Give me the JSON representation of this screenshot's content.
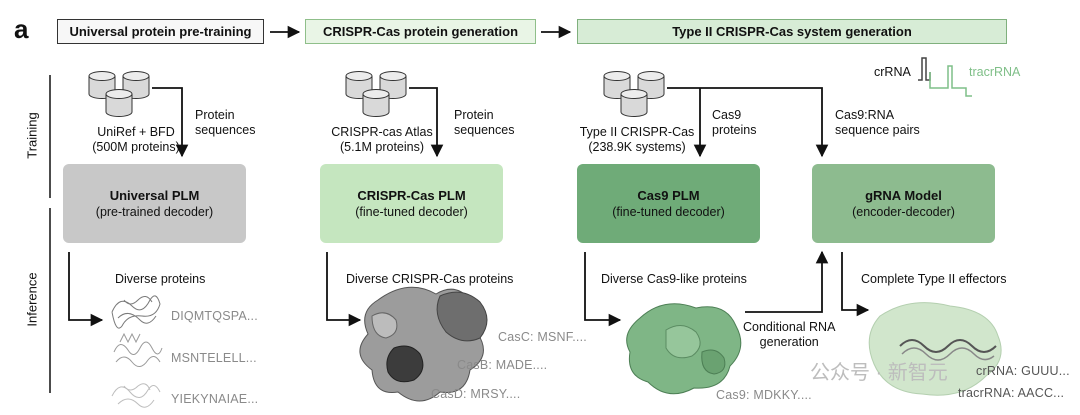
{
  "panel_letter": "a",
  "stages": {
    "pretrain": "Universal protein pre-training",
    "crispr": "CRISPR-Cas protein generation",
    "type2": "Type II CRISPR-Cas system generation"
  },
  "side_labels": {
    "training": "Training",
    "inference": "Inference"
  },
  "rna_schematic": {
    "crrna": "crRNA",
    "tracrrna": "tracrRNA"
  },
  "sources": {
    "uniref": {
      "line1": "UniRef + BFD",
      "line2": "(500M proteins)"
    },
    "atlas": {
      "line1": "CRISPR-cas Atlas",
      "line2": "(5.1M proteins)"
    },
    "type2db": {
      "line1": "Type II CRISPR-Cas",
      "line2": "(238.9K systems)"
    }
  },
  "edges": {
    "protein_seq_1": {
      "line1": "Protein",
      "line2": "sequences"
    },
    "protein_seq_2": {
      "line1": "Protein",
      "line2": "sequences"
    },
    "cas9_proteins": {
      "line1": "Cas9",
      "line2": "proteins"
    },
    "cas9_rna_pairs": {
      "line1": "Cas9:RNA",
      "line2": "sequence pairs"
    },
    "conditional": {
      "line1": "Conditional RNA",
      "line2": "generation"
    }
  },
  "models": {
    "universal": {
      "title": "Universal PLM",
      "subtitle": "(pre-trained decoder)",
      "color": "#c8c8c8"
    },
    "crispr": {
      "title": "CRISPR-Cas PLM",
      "subtitle": "(fine-tuned decoder)",
      "color": "#c5e6bf"
    },
    "cas9": {
      "title": "Cas9 PLM",
      "subtitle": "(fine-tuned decoder)",
      "color": "#6fab78"
    },
    "grna": {
      "title": "gRNA Model",
      "subtitle": "(encoder-decoder)",
      "color": "#8dbb8f"
    }
  },
  "outputs": {
    "diverse": "Diverse proteins",
    "crispr_cas": "Diverse CRISPR-Cas proteins",
    "cas9_like": "Diverse Cas9-like proteins",
    "effectors": "Complete Type II effectors"
  },
  "sequences": {
    "p1": "DIQMTQSPA...",
    "p2": "MSNTELELL...",
    "p3": "YIEKYNAIAE...",
    "casc": "CasC: MSNF....",
    "casb": "CasB: MADE....",
    "casd": "CasD: MRSY....",
    "cas9": "Cas9: MDKKY....",
    "crrna_seq": "crRNA: GUUU...",
    "tracrrna_seq": "tracrRNA: AACC..."
  },
  "watermark": "公众号 · 新智元"
}
